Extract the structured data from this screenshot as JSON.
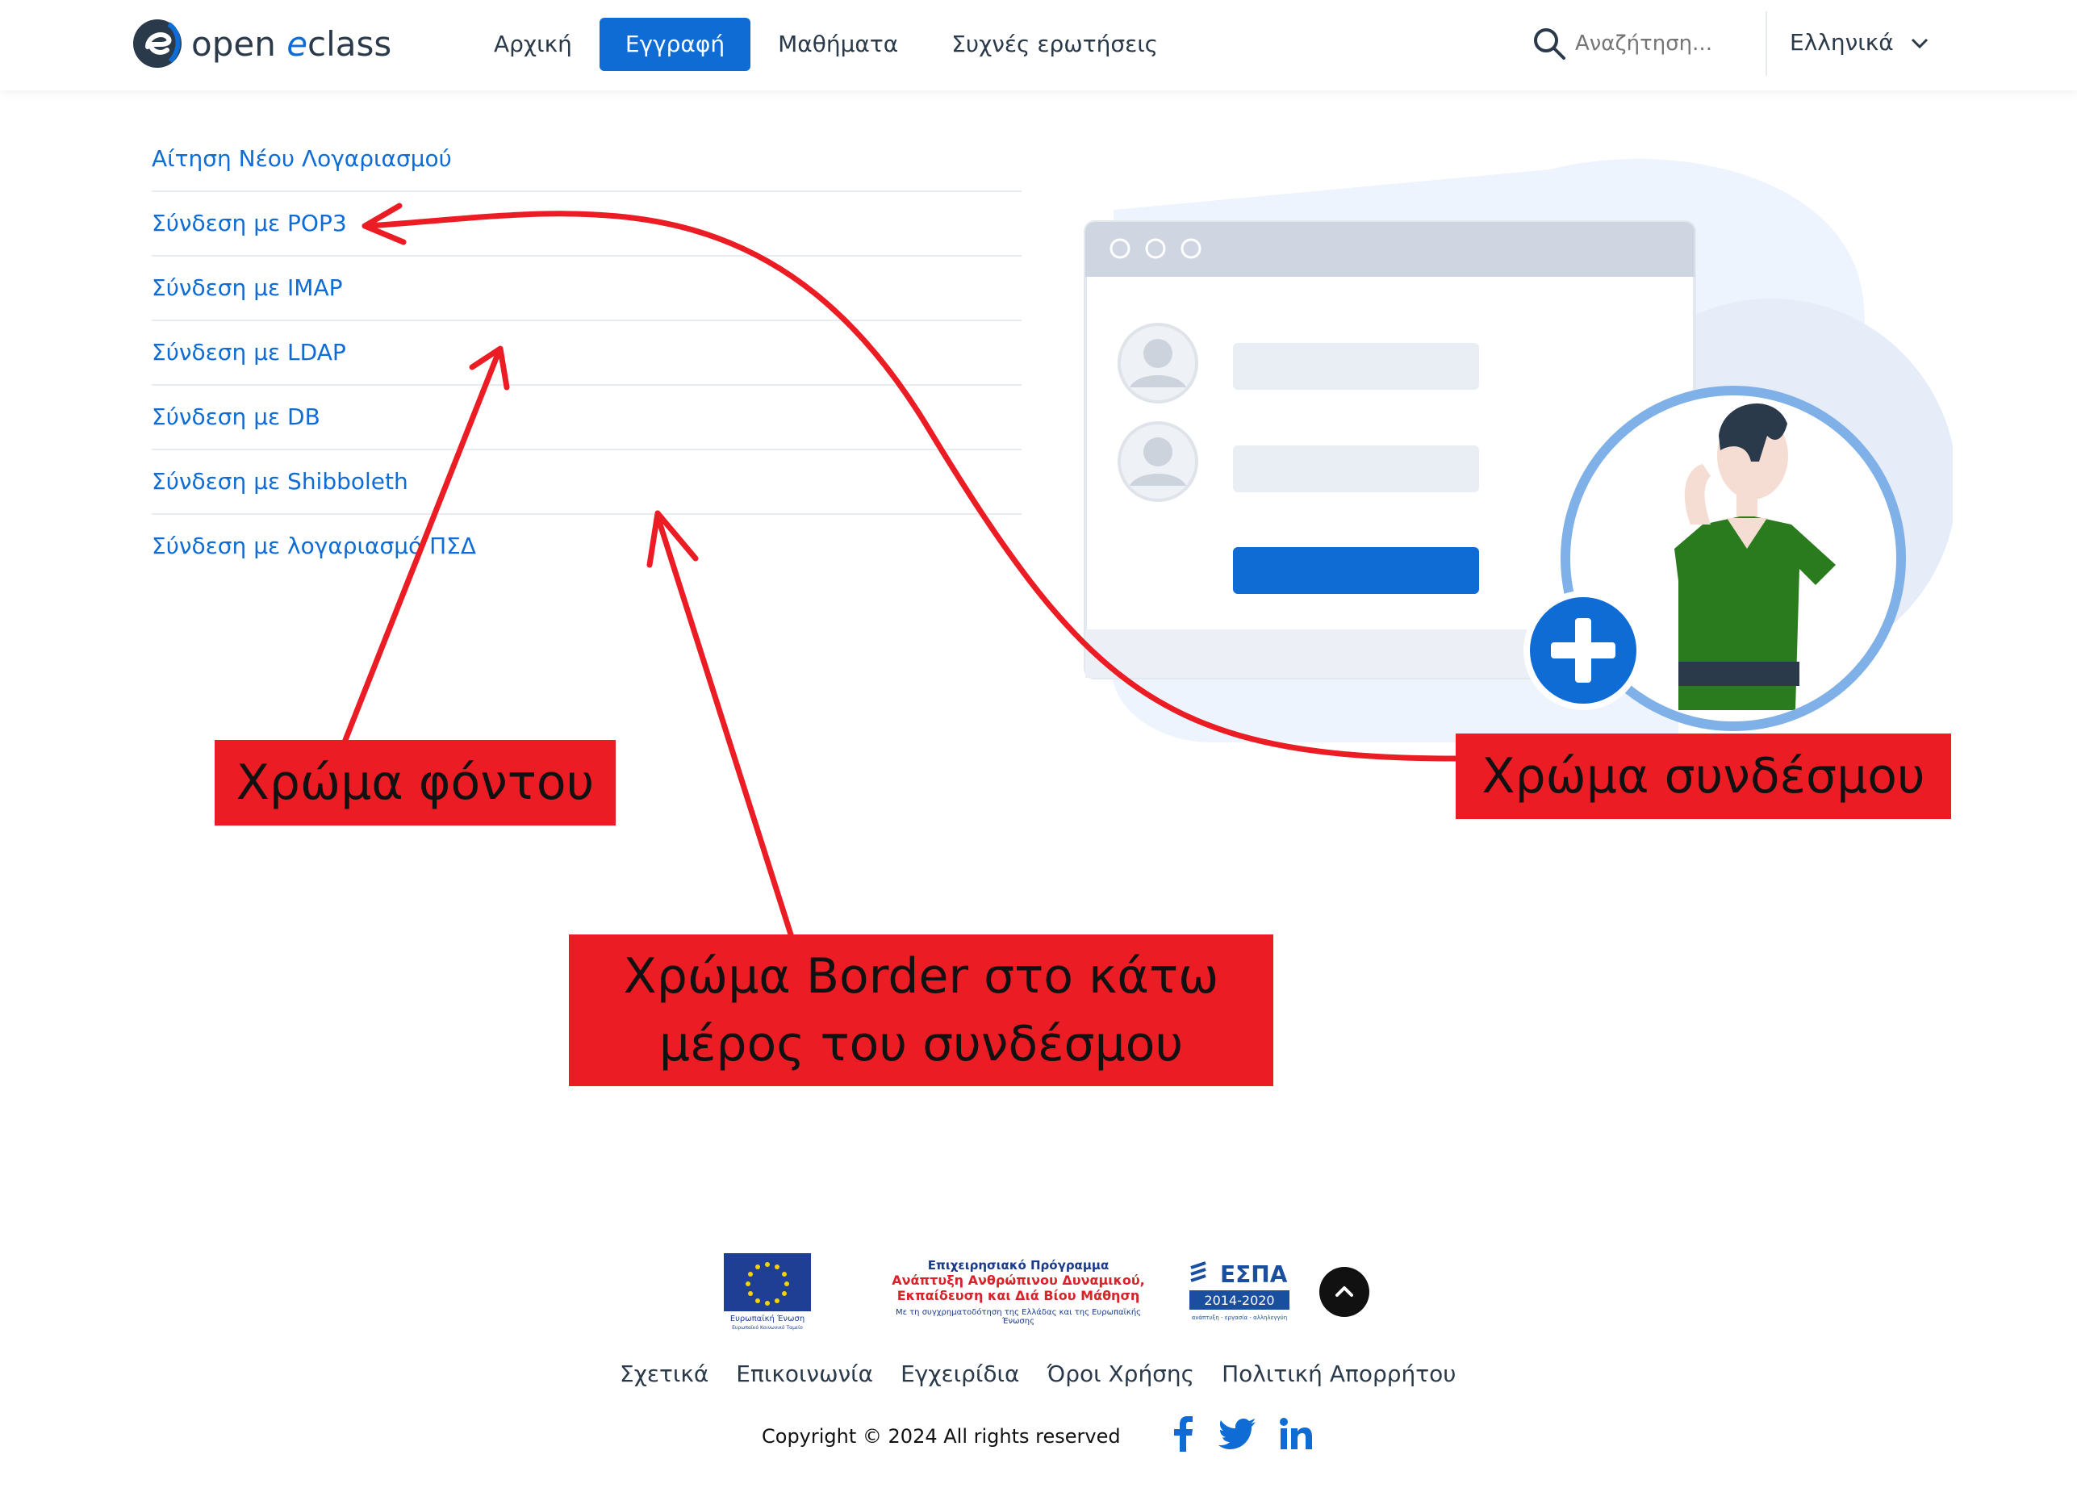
{
  "header": {
    "logo": {
      "word1": "open",
      "word2_e": "e",
      "word2_rest": "class"
    },
    "nav": [
      {
        "label": "Αρχική",
        "active": false
      },
      {
        "label": "Εγγραφή",
        "active": true
      },
      {
        "label": "Μαθήματα",
        "active": false
      },
      {
        "label": "Συχνές ερωτήσεις",
        "active": false
      }
    ],
    "search": {
      "placeholder": "Αναζήτηση..."
    },
    "language": {
      "selected": "Ελληνικά"
    }
  },
  "auth_links": [
    "Αίτηση Νέου Λογαριασμού",
    "Σύνδεση με POP3",
    "Σύνδεση με IMAP",
    "Σύνδεση με LDAP",
    "Σύνδεση με DB",
    "Σύνδεση με Shibboleth",
    "Σύνδεση με λογαριασμό ΠΣΔ"
  ],
  "annotations": {
    "background_color": "Χρώμα φόντου",
    "link_color": "Χρώμα συνδέσμου",
    "border_color_line1": "Χρώμα Border στο κάτω",
    "border_color_line2": "μέρος του συνδέσμου"
  },
  "sponsors": {
    "eu_caption": "Ευρωπαϊκή Ένωση",
    "eu_sub": "Ευρωπαϊκό Κοινωνικό Ταμείο",
    "program_line1": "Επιχειρησιακό Πρόγραμμα",
    "program_line2": "Ανάπτυξη Ανθρώπινου Δυναμικού,",
    "program_line3": "Εκπαίδευση και Διά Βίου Μάθηση",
    "program_line4": "Με τη συγχρηματοδότηση της Ελλάδας και της Ευρωπαϊκής Ένωσης",
    "espa_title": "ΕΣΠΑ",
    "espa_years": "2014-2020",
    "espa_tag": "ανάπτυξη - εργασία - αλληλεγγύη"
  },
  "footer": {
    "links": [
      "Σχετικά",
      "Επικοινωνία",
      "Εγχειρίδια",
      "Όροι Χρήσης",
      "Πολιτική Απορρήτου"
    ],
    "copyright": "Copyright © 2024 All rights reserved"
  },
  "colors": {
    "primary": "#0f6cd5",
    "annotation_red": "#ec1c24",
    "divider": "#e8ebef",
    "shirt_green": "#2a7a1e"
  },
  "icons": {
    "search": "search-icon",
    "language_chevron": "chevron-down-icon",
    "to_top": "chevron-up-icon",
    "social": [
      "facebook-icon",
      "twitter-icon",
      "linkedin-icon"
    ]
  }
}
